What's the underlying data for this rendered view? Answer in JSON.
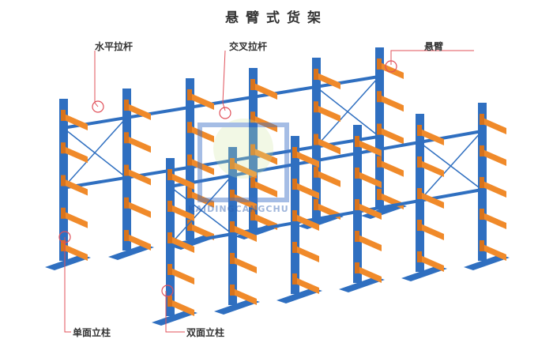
{
  "title": "悬臂式货架",
  "labels": {
    "horizontal_brace": "水平拉杆",
    "cross_brace": "交叉拉杆",
    "cantilever_arm": "悬臂",
    "single_sided_column": "单面立柱",
    "double_sided_column": "双面立柱"
  },
  "watermark": {
    "text": "KAIDINGCANGCHU"
  },
  "colors": {
    "column": "#2f6fc0",
    "arm": "#f08a2a",
    "leader": "#e0505a"
  }
}
